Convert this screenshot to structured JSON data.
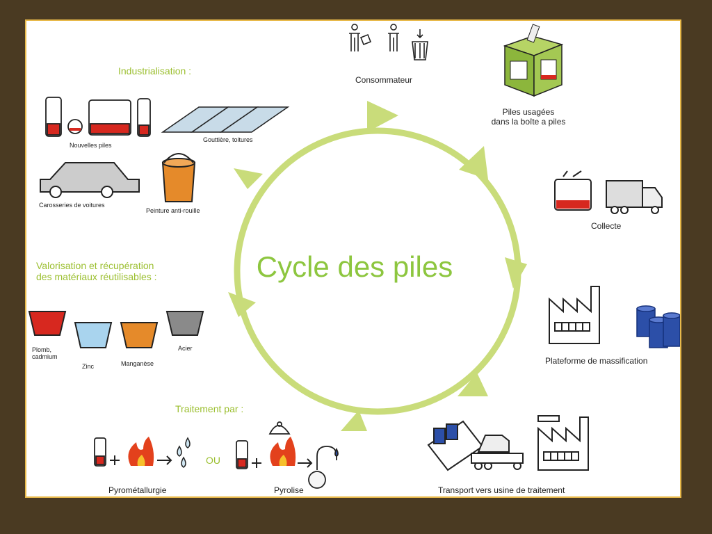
{
  "title": "Cycle des piles",
  "stages": {
    "consommateur": "Consommateur",
    "piles_usagees": "Piles usagées\ndans la boîte a piles",
    "collecte": "Collecte",
    "plateforme": "Plateforme de massification",
    "transport": "Transport vers usine de traitement"
  },
  "industrialisation": {
    "heading": "Industrialisation :",
    "items": [
      "Nouvelles piles",
      "Gouttière, toitures",
      "Carosseries de voitures",
      "Peinture anti-rouille"
    ]
  },
  "valorisation": {
    "heading": "Valorisation et récupération\ndes matériaux réutilisables :",
    "items": [
      "Plomb,\ncadmium",
      "Zinc",
      "Manganèse",
      "Acier"
    ]
  },
  "traitement": {
    "heading": "Traitement par :",
    "ou": "OU",
    "methods": [
      "Pyrométallurgie",
      "Pyrolise"
    ]
  },
  "colors": {
    "frame": "#4a3a22",
    "border": "#e8b94a",
    "cycle": "#c9dc7a",
    "title": "#8dc63f",
    "heading": "#9bbf2f",
    "lead": "#d7281f",
    "zinc": "#a9d4ee",
    "manganese": "#e58a2a",
    "steel": "#8a8a8a",
    "box": "#8cb63c",
    "barrels": "#2c4fa8"
  },
  "icons": [
    "person-icon",
    "recycle-bin-icon",
    "battery-box-icon",
    "battery-icon",
    "truck-icon",
    "factory-icon",
    "barrels-icon",
    "crane-truck-icon",
    "car-icon",
    "paint-bucket-icon",
    "roof-panel-icon",
    "bin-icon",
    "fire-icon",
    "droplets-icon",
    "flask-icon"
  ]
}
